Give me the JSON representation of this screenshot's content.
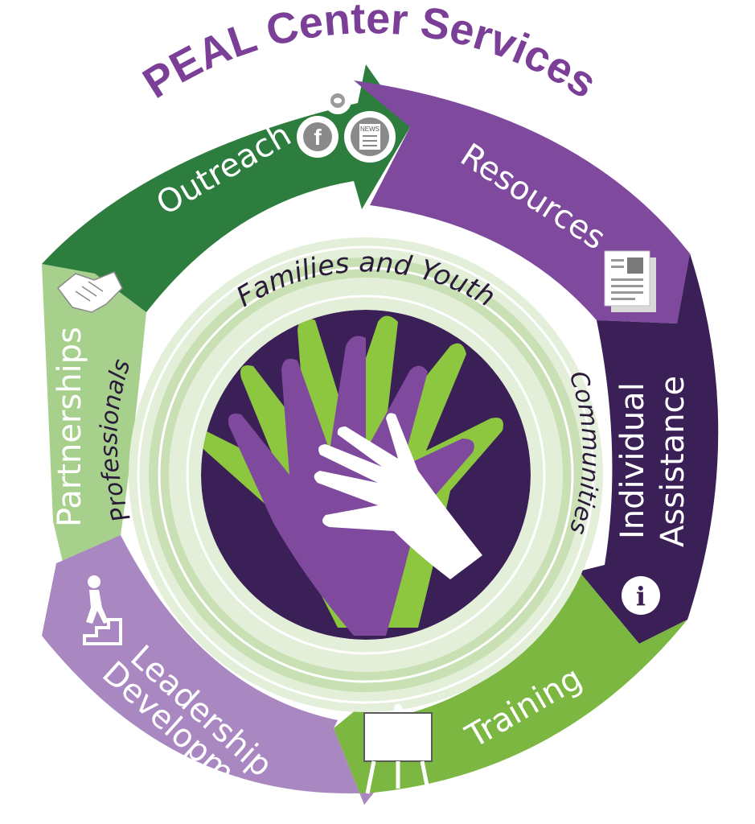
{
  "title": "PEAL Center Services",
  "segments": {
    "outreach": "Outreach",
    "resources": "Resources",
    "individual_line1": "Individual",
    "individual_line2": "Assistance",
    "training": "Training",
    "leadership_line1": "Leadership",
    "leadership_line2": "Development",
    "partnerships": "Partnerships"
  },
  "inner_ring": {
    "top": "Families and Youth",
    "left": "Professionals",
    "right": "Communities"
  },
  "icons": {
    "news_badge": "NEWS",
    "facebook": "f",
    "info": "i"
  },
  "colors": {
    "title": "#7b3f98",
    "outreach": "#2c7d3e",
    "resources": "#7f4a9d",
    "individual": "#3b1f57",
    "training": "#7cb742",
    "leadership": "#a988c2",
    "partnerships": "#a8d08d",
    "ring_light": "#e4efd9",
    "ring_mid": "#c8e0b3"
  }
}
